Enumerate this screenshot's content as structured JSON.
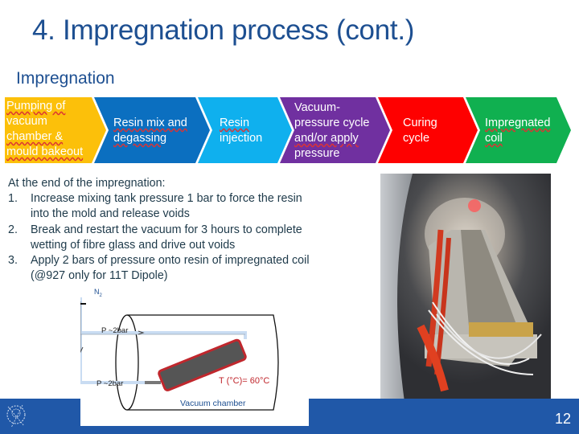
{
  "slide": {
    "title": "4. Impregnation process (cont.)",
    "subtitle": "Impregnation",
    "page_number": "12",
    "colors": {
      "title": "#1d4f91",
      "footer": "#2058a8",
      "step1": "#fcc00a",
      "step2": "#0b6fc0",
      "step3": "#0fb0ee",
      "step4": "#7030a0",
      "step5": "#fe0000",
      "step6": "#10b050"
    }
  },
  "process_flow": {
    "steps": [
      {
        "line1": "Pumping of",
        "line2": "vacuum",
        "line3": "chamber &",
        "line4": "mould bakeout"
      },
      {
        "line1": "Resin mix and",
        "line2": "degassing"
      },
      {
        "line1": "Resin",
        "line2": "injection"
      },
      {
        "line1": "Vacuum-",
        "line2": "pressure cycle",
        "line3": "and/or apply",
        "line4": "pressure"
      },
      {
        "line1": "Curing",
        "line2": "cycle"
      },
      {
        "line1": "Impregnated",
        "line2": "coil"
      }
    ]
  },
  "notes": {
    "intro": "At the end of the impregnation:",
    "items": [
      {
        "num": "1.",
        "line1": "Increase mixing tank pressure 1 bar to force the resin",
        "line2": "into the mold and release voids"
      },
      {
        "num": "2.",
        "line1": "Break and restart the vacuum for 3 hours to complete",
        "line2": "wetting of fibre glass and drive out voids"
      },
      {
        "num": "3.",
        "line1": "Apply 2 bars of pressure onto resin of impregnated coil",
        "line2": "(@927 only for 11T Dipole)"
      }
    ]
  },
  "diagram": {
    "gas_label": "N",
    "gas_sub": "2",
    "pressure_top": "P ~2bar",
    "pressure_bottom": "P ~2bar",
    "temperature_label": "T (°C)= 60°C",
    "chamber_label": "Vacuum chamber"
  },
  "photo": {
    "alt": "Coil inside vacuum chamber with heating cables"
  }
}
